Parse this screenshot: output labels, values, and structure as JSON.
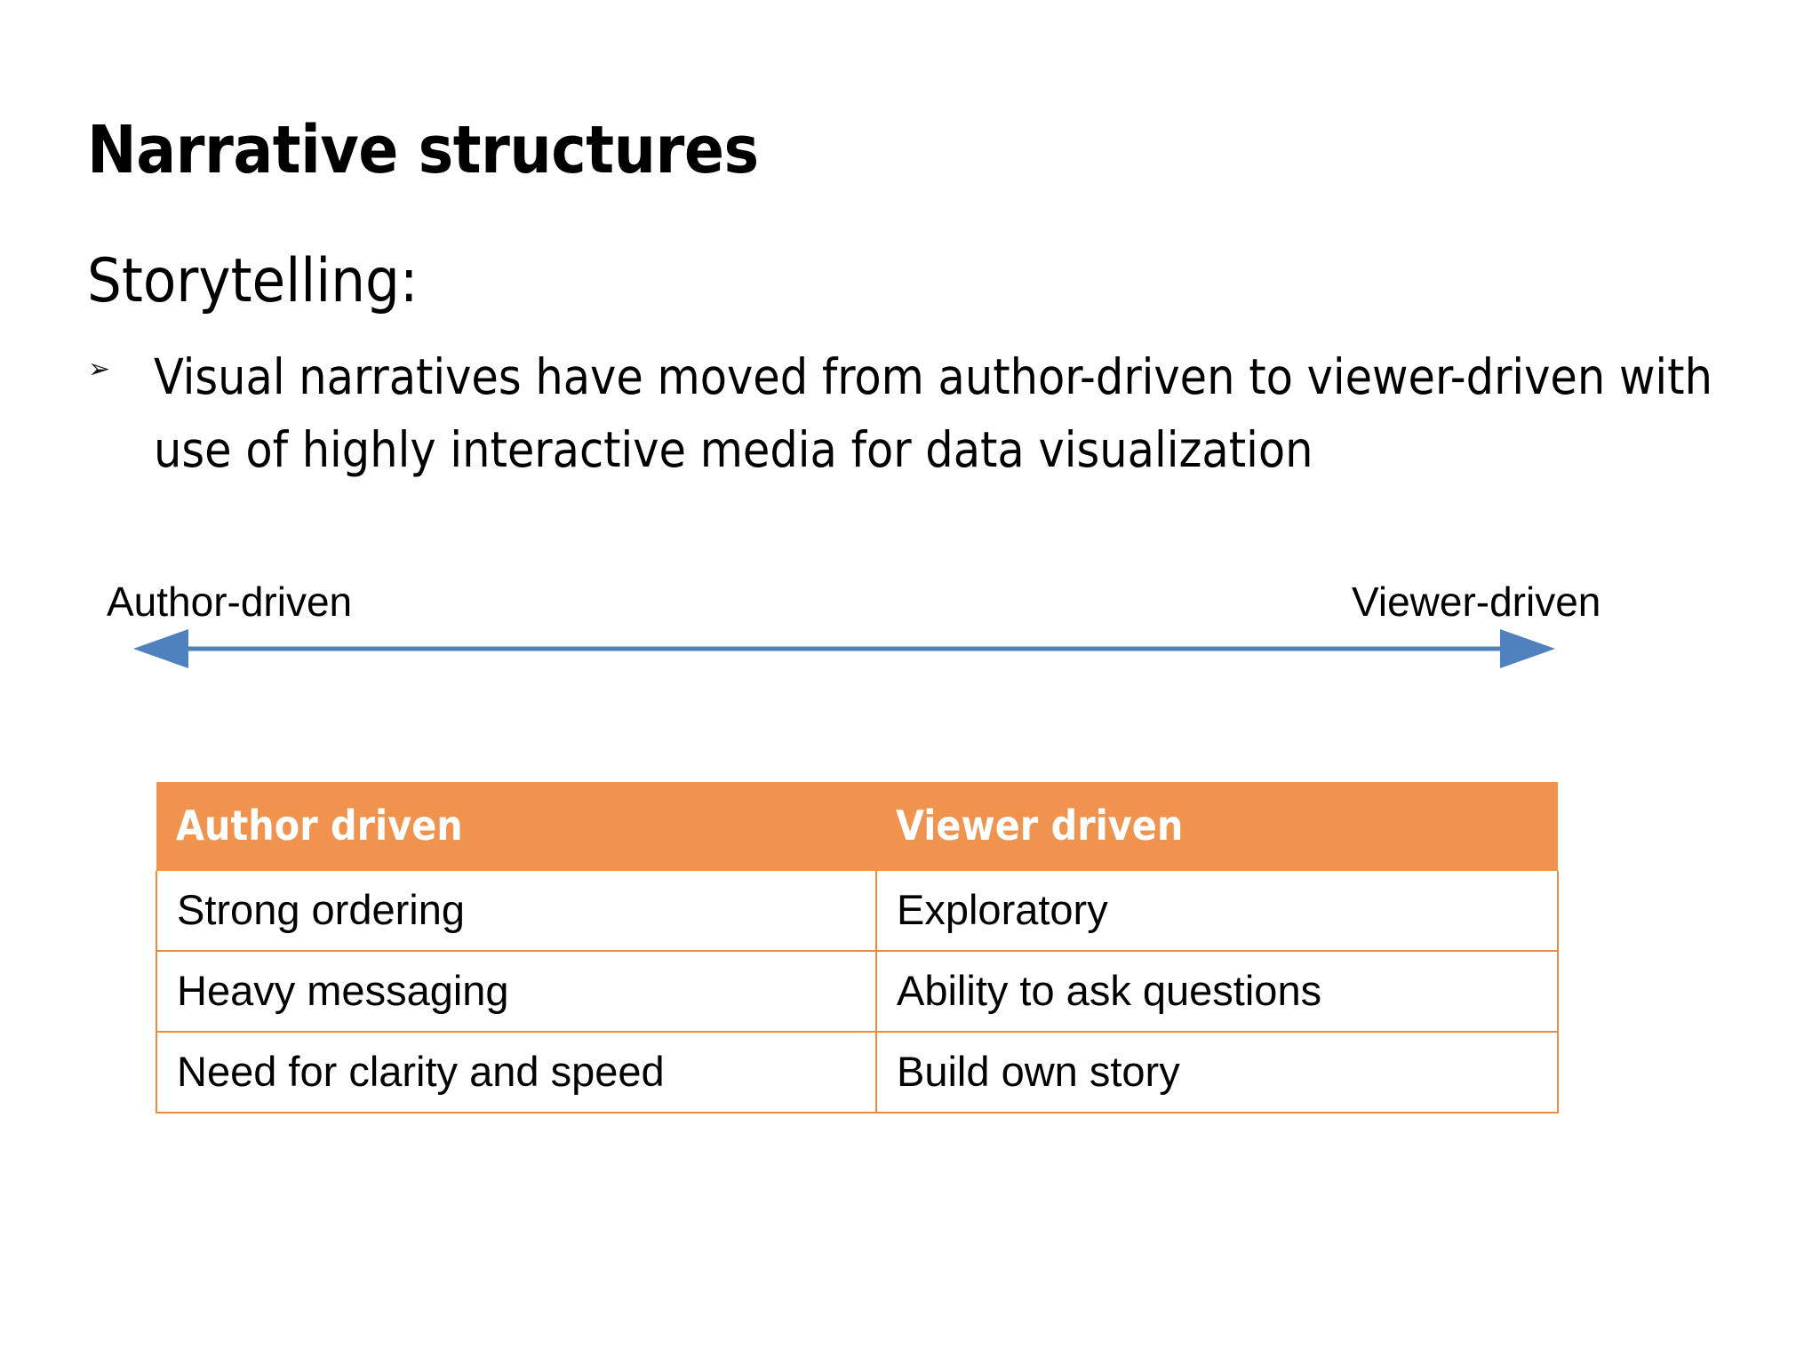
{
  "slide": {
    "title": "Narrative structures",
    "subtitle": "Storytelling:",
    "bullets": [
      {
        "marker": "➢",
        "text": "Visual narratives have moved from author-driven to viewer-driven with use of highly interactive media for data visualization"
      }
    ]
  },
  "spectrum": {
    "left_label": "Author-driven",
    "right_label": "Viewer-driven",
    "arrow_color": "#4E81BD",
    "arrow_style": "double-headed"
  },
  "table": {
    "header_fill": "#F0934E",
    "header_text_color": "#FFFFFF",
    "border_color": "#ED8B3C",
    "columns": [
      "Author driven",
      "Viewer driven"
    ],
    "rows": [
      [
        "Strong ordering",
        "Exploratory"
      ],
      [
        "Heavy messaging",
        "Ability to ask questions"
      ],
      [
        "Need for clarity and speed",
        "Build own story"
      ]
    ]
  }
}
